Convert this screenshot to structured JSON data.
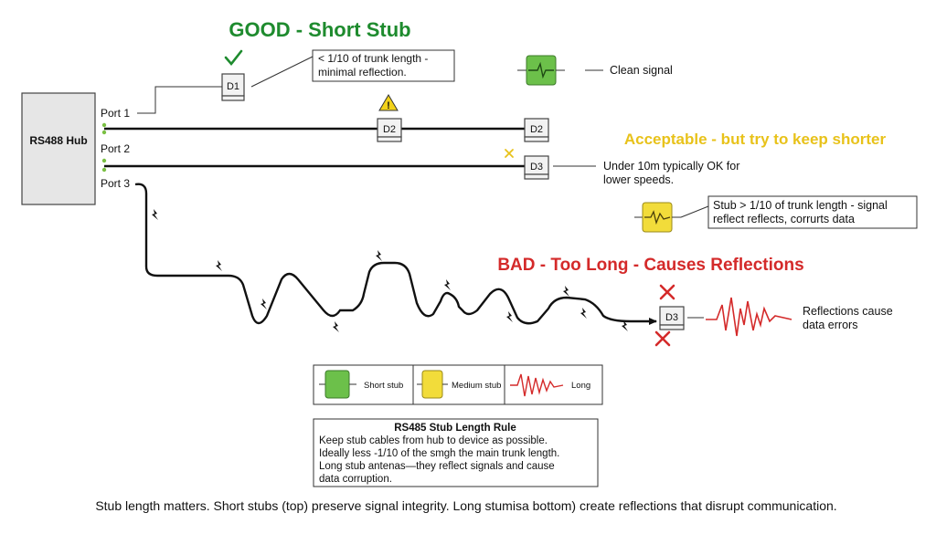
{
  "hub": {
    "label": "RS488 Hub",
    "ports": [
      "Port 1",
      "Port 2",
      "Port 3"
    ]
  },
  "headings": {
    "good": "GOOD - Short Stub",
    "acceptable": "Acceptable - but try to keep shorter",
    "bad": "BAD - Too Long - Causes Reflections"
  },
  "devices": {
    "d1": "D1",
    "d2_mid": "D2",
    "d2_end": "D2",
    "d3_port2": "D3",
    "d3_bad": "D3"
  },
  "callouts": {
    "good_line1": "< 1/10 of trunk length -",
    "good_line2": "minimal reflection.",
    "clean_signal": "Clean signal",
    "acceptable_line1": "Under 10m typically OK for",
    "acceptable_line2": "lower speeds.",
    "stub_line1": "Stub > 1/10 of trunk length - signal",
    "stub_line2": "reflect reflects, corrurts data",
    "reflections_line1": "Reflections cause",
    "reflections_line2": "data errors"
  },
  "legend": {
    "short": "Short stub",
    "medium": "Medium stub",
    "long": "Long"
  },
  "rule": {
    "title": "RS485 Stub Length Rule",
    "lines": [
      "Keep stub cables from hub to device as possible.",
      "Ideally less -1/10 of the smgh the main trunk length.",
      "Long stub  antenas—they reflect signals and cause",
      "data corruption."
    ]
  },
  "caption": "Stub length matters. Short stubs (top) preserve signal integrity. Long stumisa bottom) create reflections that disrupt communication.",
  "colors": {
    "good": "#1e8b2e",
    "acceptable": "#e8c21a",
    "bad": "#d42a2a",
    "clean_box": "#6cc04a",
    "medium_box": "#f2dc3a",
    "hub_fill": "#e6e6e6",
    "port_dot": "#7ac043"
  },
  "icons": {
    "good": "checkmark-icon",
    "warning": "warning-triangle-icon",
    "acceptable_mark": "x-mark-icon",
    "bad_marks": "x-mark-icon",
    "noise": "lightning-bolt-icon"
  }
}
